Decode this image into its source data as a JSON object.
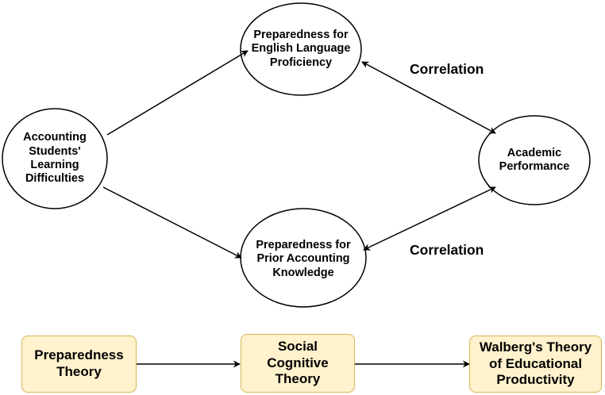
{
  "diagram": {
    "nodes": {
      "difficulties": "Accounting\nStudents'\nLearning\nDifficulties",
      "english": "Preparedness for\nEnglish Language\nProficiency",
      "accounting": "Preparedness for\nPrior Accounting\nKnowledge",
      "performance": "Academic\nPerformance"
    },
    "edges": [
      {
        "from": "difficulties",
        "to": "english",
        "type": "directed"
      },
      {
        "from": "difficulties",
        "to": "accounting",
        "type": "directed"
      },
      {
        "from": "english",
        "to": "performance",
        "type": "bidirectional",
        "label": "Correlation"
      },
      {
        "from": "accounting",
        "to": "performance",
        "type": "bidirectional",
        "label": "Correlation"
      }
    ],
    "labels": {
      "correlation_top": "Correlation",
      "correlation_bottom": "Correlation"
    },
    "theories": [
      "Preparedness\nTheory",
      "Social\nCognitive\nTheory",
      "Walberg's Theory\nof Educational\nProductivity"
    ],
    "colors": {
      "box_fill": "#fff2cc",
      "box_border": "#d6b656",
      "line": "#000000"
    }
  }
}
